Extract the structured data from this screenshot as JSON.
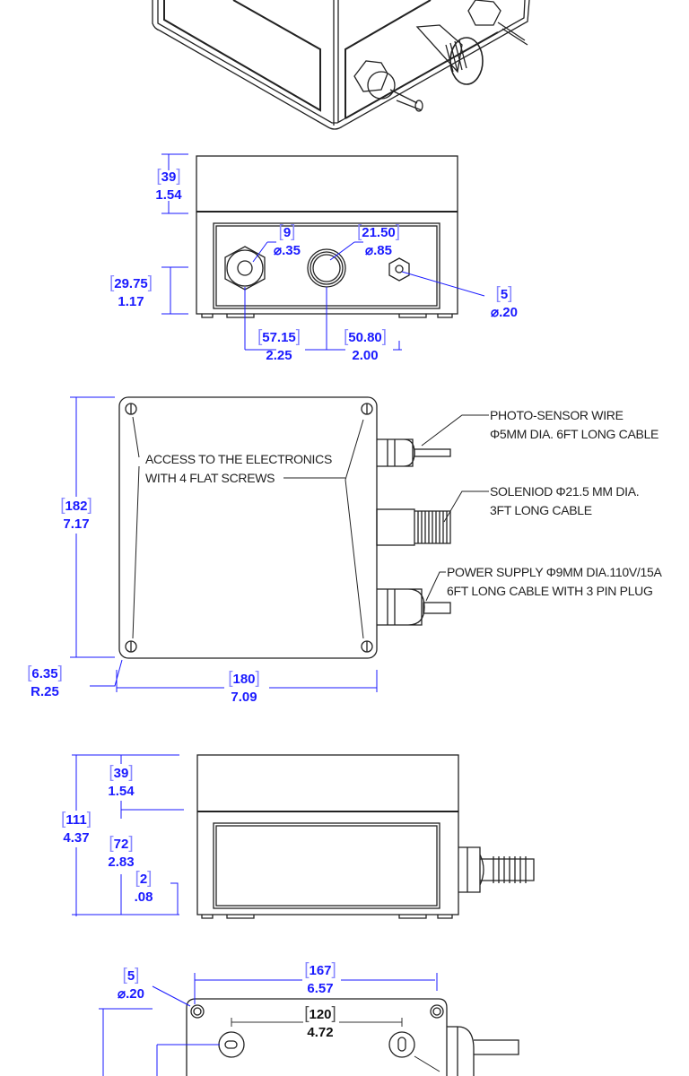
{
  "front_view": {
    "height_top": {
      "mm": "39",
      "in": "1.54"
    },
    "photo_hole": {
      "mm": "9",
      "in": "⌀.35"
    },
    "solenoid_hole": {
      "mm": "21.50",
      "in": "⌀.85"
    },
    "hole_height": {
      "mm": "29.75",
      "in": "1.17"
    },
    "small_hole": {
      "mm": "5",
      "in": "⌀.20"
    },
    "spacing_1": {
      "mm": "57.15",
      "in": "2.25"
    },
    "spacing_2": {
      "mm": "50.80",
      "in": "2.00"
    }
  },
  "top_view": {
    "depth": {
      "mm": "182",
      "in": "7.17"
    },
    "corner_radius": {
      "mm": "6.35",
      "in": "R.25"
    },
    "width": {
      "mm": "180",
      "in": "7.09"
    },
    "access_note": [
      "ACCESS TO THE ELECTRONICS",
      "WITH 4 FLAT SCREWS"
    ],
    "photo_sensor_note": [
      "PHOTO-SENSOR WIRE",
      "Φ5MM DIA. 6FT LONG CABLE"
    ],
    "solenoid_note": [
      "SOLENIOD Φ21.5 MM DIA.",
      "3FT LONG CABLE"
    ],
    "power_note": [
      "POWER SUPPLY Φ9MM DIA.110V/15A",
      "6FT LONG CABLE WITH 3 PIN PLUG"
    ]
  },
  "side_view": {
    "lid_height": {
      "mm": "39",
      "in": "1.54"
    },
    "total_height": {
      "mm": "111",
      "in": "4.37"
    },
    "base_height": {
      "mm": "72",
      "in": "2.83"
    },
    "foot_height": {
      "mm": "2",
      "in": ".08"
    }
  },
  "bottom_view": {
    "mount_hole": {
      "mm": "5",
      "in": "⌀.20"
    },
    "hole_spacing": {
      "mm": "167",
      "in": "6.57"
    },
    "slot_spacing": {
      "mm": "120",
      "in": "4.72"
    }
  }
}
